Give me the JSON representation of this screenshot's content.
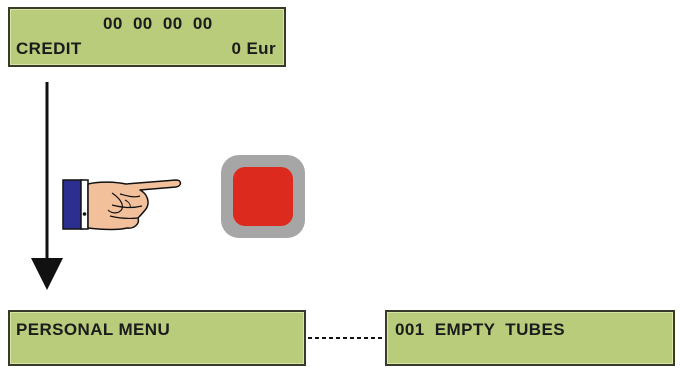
{
  "top_display": {
    "line1": "00  00  00  00",
    "line2_label": "CREDIT",
    "line2_value": "0 Eur"
  },
  "bottom_displays": [
    {
      "text": "PERSONAL MENU"
    },
    {
      "text": "001  EMPTY  TUBES"
    }
  ],
  "icons": {
    "hand": "pointing-hand-icon",
    "button": "red-push-button-icon",
    "arrow": "down-arrow-icon"
  },
  "colors": {
    "lcd_background": "#b8cc7c",
    "button_red": "#dd2a1e",
    "button_frame": "#a6a6a6",
    "sleeve_blue": "#2c2f8f",
    "skin": "#f2c09b"
  }
}
